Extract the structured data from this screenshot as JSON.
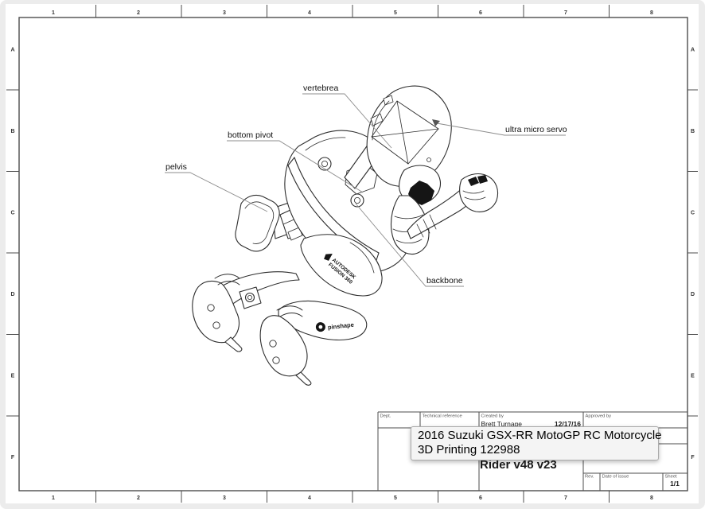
{
  "sheet": {
    "zones": {
      "columns": [
        "1",
        "2",
        "3",
        "4",
        "5",
        "6",
        "7",
        "8"
      ],
      "rows": [
        "A",
        "B",
        "C",
        "D",
        "E",
        "F"
      ]
    }
  },
  "part_labels": {
    "vertebrea": "vertebrea",
    "bottom_pivot": "bottom pivot",
    "pelvis": "pelvis",
    "ultra_micro_servo": "ultra micro servo",
    "backbone": "backbone"
  },
  "logos": {
    "autodesk_line1": "AUTODESK",
    "autodesk_line2": "FUSION 360",
    "pinshape": "pinshape"
  },
  "title_block": {
    "dept_label": "Dept.",
    "technical_reference_label": "Technical reference",
    "created_by_label": "Created by",
    "created_by_value": "Brett Turnage",
    "created_date": "12/17/16",
    "approved_by_label": "Approved by",
    "document_title": "Rider v48 v23",
    "rev_label": "Rev.",
    "date_of_issue_label": "Date of issue",
    "sheet_label": "Sheet",
    "sheet_value": "1/1"
  },
  "tooltip": {
    "line1": "2016 Suzuki GSX-RR MotoGP RC Motorcycle",
    "line2": "3D Printing 122988"
  },
  "colors": {
    "background": "#ececec",
    "paper": "#ffffff",
    "frame_line": "#4d4d4d",
    "drawing_line": "#2d2d2d",
    "leader_line": "#8c8c8c",
    "tooltip_bg": "#f4f4f4",
    "tooltip_border": "#ababab"
  }
}
